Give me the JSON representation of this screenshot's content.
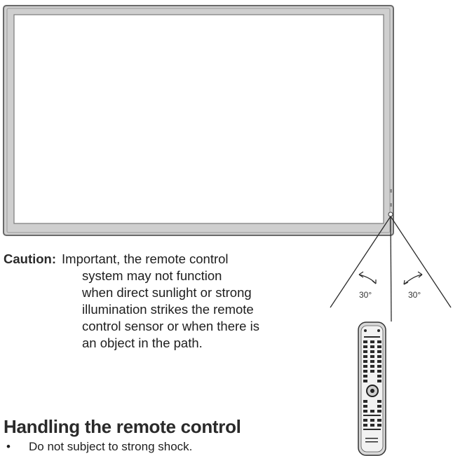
{
  "figure": {
    "angle_left": "30°",
    "angle_right": "30°"
  },
  "caution": {
    "label": "Caution:",
    "lines": [
      "Important, the remote control",
      "system may not function",
      "when direct sunlight or strong",
      "illumination strikes the remote",
      "control sensor or when there is",
      "an object in the path."
    ]
  },
  "section": {
    "title": "Handling the remote control",
    "bullets": [
      "Do not subject to strong shock."
    ]
  }
}
